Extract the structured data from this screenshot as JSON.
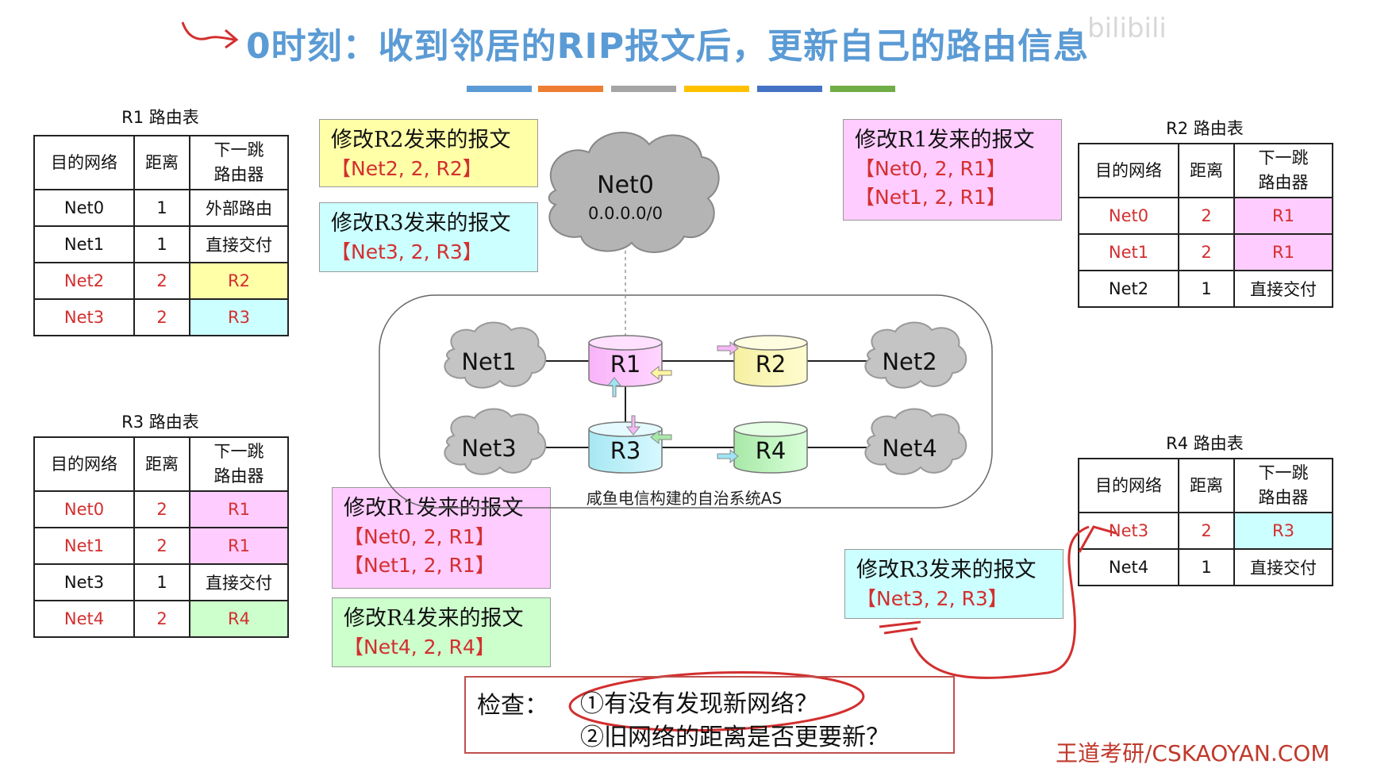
{
  "title": "0时刻：收到邻居的RIP报文后，更新自己的路由信息",
  "watermark": "bilibili",
  "footer": "王道考研/CSKAOYAN.COM",
  "colors": {
    "title": "#5b9bd5",
    "highlight_red": "#d32f2f",
    "yellow": "#ffffa8",
    "cyan": "#ccffff",
    "pink": "#ffccff",
    "green": "#ccffcc",
    "bar_colors": [
      "#5b9bd5",
      "#ed7d31",
      "#a5a5a5",
      "#ffc000",
      "#4472c4",
      "#70ad47"
    ]
  },
  "headers": {
    "dest": "目的网络",
    "dist": "距离",
    "next": "下一跳路由器"
  },
  "r1_table": {
    "title": "R1 路由表",
    "rows": [
      {
        "dest": "Net0",
        "dist": "1",
        "next": "外部路由"
      },
      {
        "dest": "Net1",
        "dist": "1",
        "next": "直接交付"
      },
      {
        "dest": "Net2",
        "dist": "2",
        "next": "R2"
      },
      {
        "dest": "Net3",
        "dist": "2",
        "next": "R3"
      }
    ]
  },
  "r2_table": {
    "title": "R2 路由表",
    "rows": [
      {
        "dest": "Net0",
        "dist": "2",
        "next": "R1"
      },
      {
        "dest": "Net1",
        "dist": "2",
        "next": "R1"
      },
      {
        "dest": "Net2",
        "dist": "1",
        "next": "直接交付"
      }
    ]
  },
  "r3_table": {
    "title": "R3 路由表",
    "rows": [
      {
        "dest": "Net0",
        "dist": "2",
        "next": "R1"
      },
      {
        "dest": "Net1",
        "dist": "2",
        "next": "R1"
      },
      {
        "dest": "Net3",
        "dist": "1",
        "next": "直接交付"
      },
      {
        "dest": "Net4",
        "dist": "2",
        "next": "R4"
      }
    ]
  },
  "r4_table": {
    "title": "R4 路由表",
    "rows": [
      {
        "dest": "Net3",
        "dist": "2",
        "next": "R3"
      },
      {
        "dest": "Net4",
        "dist": "1",
        "next": "直接交付"
      }
    ]
  },
  "messages": {
    "r1_from_r2": {
      "line1": "修改R2发来的报文",
      "line2": "【Net2, 2, R2】"
    },
    "r1_from_r3": {
      "line1": "修改R3发来的报文",
      "line2": "【Net3, 2, R3】"
    },
    "r2_from_r1": {
      "line1": "修改R1发来的报文",
      "line2": "【Net0, 2, R1】",
      "line3": "【Net1, 2, R1】"
    },
    "r3_from_r1": {
      "line1": "修改R1发来的报文",
      "line2": "【Net0, 2, R1】",
      "line3": "【Net1, 2, R1】"
    },
    "r3_from_r4": {
      "line1": "修改R4发来的报文",
      "line2": "【Net4, 2, R4】"
    },
    "r4_from_r3": {
      "line1": "修改R3发来的报文",
      "line2": "【Net3, 2, R3】"
    }
  },
  "topology": {
    "net0_name": "Net0",
    "net0_addr": "0.0.0.0/0",
    "as_label": "咸鱼电信构建的自治系统AS",
    "nets": [
      "Net1",
      "Net2",
      "Net3",
      "Net4"
    ],
    "routers": [
      "R1",
      "R2",
      "R3",
      "R4"
    ]
  },
  "check": {
    "label": "检查：",
    "q1": "①有没有发现新网络？",
    "q2": "②旧网络的距离是否更要新？"
  }
}
